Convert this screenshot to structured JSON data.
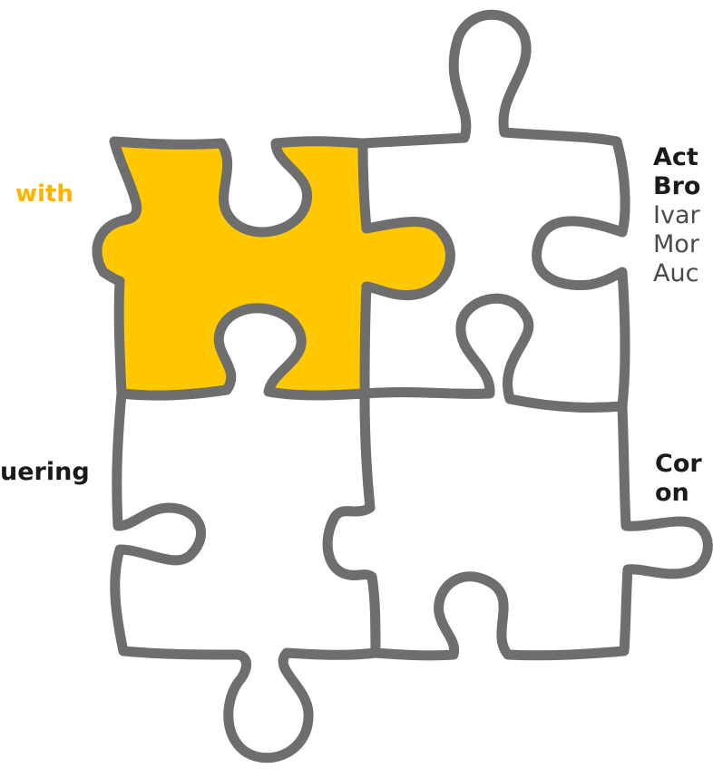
{
  "colors": {
    "highlight_fill": "#ffc800",
    "outline": "#6e6e6e",
    "highlight_text": "#ffb300",
    "text": "#1a1a1a",
    "subtext": "#4a4a4a",
    "background": "#ffffff"
  },
  "labels": {
    "top_left": "with",
    "bottom_left": "uering",
    "top_right": {
      "line1": "Act",
      "line2": "Bro",
      "line3": "Ivar",
      "line4": "Mor",
      "line5": "Auc"
    },
    "bottom_right": {
      "line1": "Cor",
      "line2": "on"
    }
  }
}
